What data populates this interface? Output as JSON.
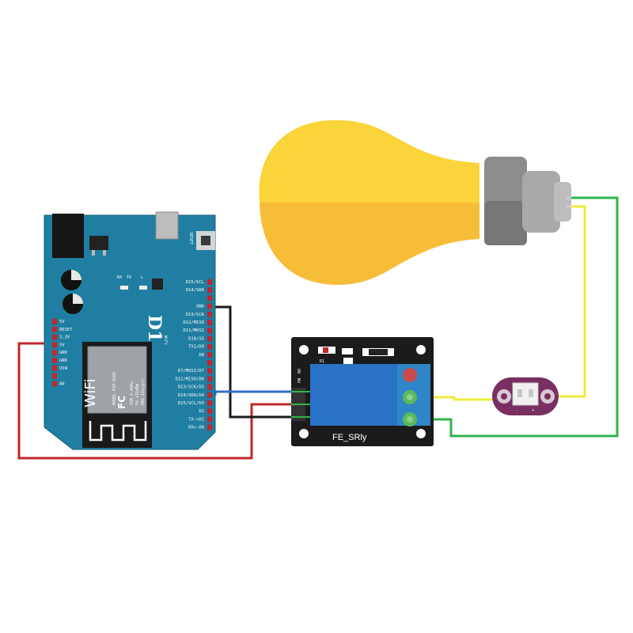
{
  "board": {
    "logo": "D1",
    "logo_sub": "WiFi",
    "module_lines": [
      "MODEL ESP-8266",
      "ISM 2.4GHz",
      "PA +25dBm",
      "802.11b/g/n"
    ],
    "fc_mark": "FC",
    "wifi_mark": "WiFi",
    "reset_label": "RESET",
    "rx_label": "RX",
    "tx_label": "TX",
    "l_label": "L",
    "left_pins": [
      "5V",
      "RESET",
      "3.3V",
      "5V",
      "GND",
      "GND",
      "VIN",
      "",
      "A0"
    ],
    "right_pins": [
      "D15/SCL",
      "D14/SDA",
      "",
      "GND",
      "D13/SCK",
      "D12/MISO",
      "D11/MOSI",
      "D10/SS",
      "TX1/D9",
      "D8",
      "",
      "D7/MOSI/D7",
      "D12/MISO/D6",
      "D13/SCK/D5",
      "D14/SDA/D4",
      "D15/SCL/D3",
      "D2",
      "TX->D1",
      "RX<-D0"
    ]
  },
  "relay": {
    "name": "FE_SRly",
    "r1": "R1",
    "labels": [
      "PW",
      "NO"
    ]
  },
  "sensor": {
    "minus": "-",
    "plus": "+"
  },
  "colors": {
    "board": "#1f7ea1",
    "relay_body": "#2a72c5",
    "wire_red": "#c0282b",
    "wire_black": "#1a1a1a",
    "wire_blue": "#2f6fc6",
    "wire_green": "#2fb54a",
    "wire_yellow": "#ecec3a",
    "bulb_top": "#fad43a",
    "bulb_bottom": "#f8bd38",
    "sensor": "#7a2f63"
  }
}
